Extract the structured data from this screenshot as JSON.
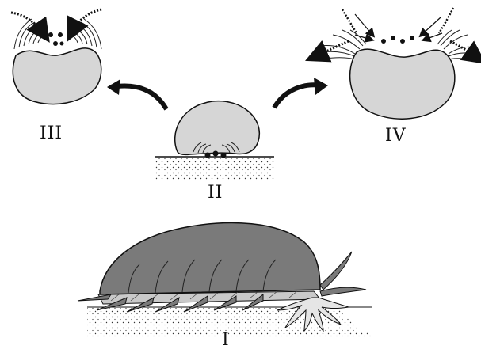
{
  "labels": {
    "panel_i": "I",
    "panel_ii": "II",
    "panel_iii": "III",
    "panel_iv": "IV"
  },
  "colors": {
    "body_fill": "#d6d6d6",
    "shell_fill": "#7a7a7a",
    "foot_fill": "#c9c9c9",
    "ink": "#111111",
    "substrate_dots": "#333333"
  }
}
